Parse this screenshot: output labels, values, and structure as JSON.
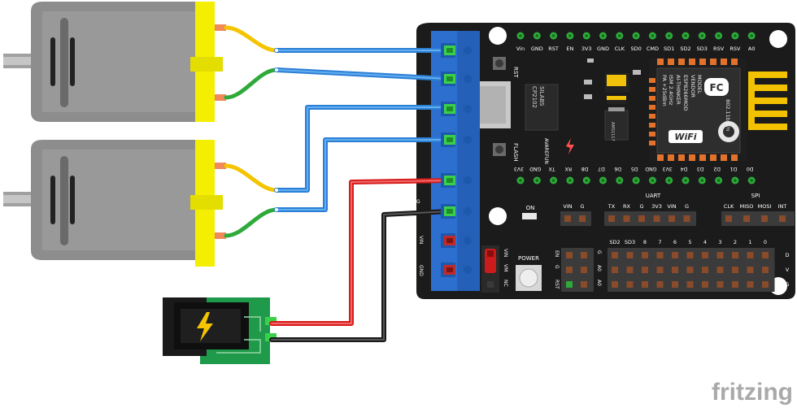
{
  "board": {
    "top_header_labels": [
      "Vin",
      "GND",
      "RST",
      "EN",
      "3V3",
      "GND",
      "CLK",
      "SD0",
      "CMD",
      "SD1",
      "SD2",
      "SD3",
      "RSV",
      "RSV",
      "A0"
    ],
    "bottom_header_labels": [
      "3V3",
      "GND",
      "TX",
      "RX",
      "D8",
      "D7",
      "D6",
      "D5",
      "GND",
      "3V3",
      "D4",
      "D3",
      "D2",
      "D1",
      "D0"
    ],
    "rst_label": "RST",
    "flash_label": "FLASH",
    "chip_label_1": "SILABS",
    "chip_label_2": "CP2102",
    "brand_label": "AVAREFUN",
    "regulator_label": "AMS1117",
    "module": {
      "line1": "MODEL",
      "line2": "VENDOR",
      "line3": "ESP8266MOD",
      "line4": "AI-THINKER",
      "line5": "ISM 2.4GHz",
      "line6": "PA +25dBm",
      "line7": "802.11b/g/n",
      "wifi": "WiFi",
      "fc": "FC"
    },
    "on_label": "ON",
    "uart_title": "UART",
    "spi_title": "SPI",
    "power_vin_labels": [
      "VIN",
      "G"
    ],
    "uart_pin_labels": [
      "TX",
      "RX",
      "G",
      "3V3",
      "VIN",
      "G"
    ],
    "spi_pin_labels": [
      "CLK",
      "MISO",
      "MOSI",
      "INT"
    ],
    "terminal_labels": [
      "VIN",
      "GND"
    ],
    "g_label": "G",
    "jumper_labels": [
      "VIN",
      "VM",
      "NC"
    ],
    "power_button_label": "POWER",
    "left_header_labels": [
      "EN",
      "G",
      "RST"
    ],
    "mid_header_labels": [
      "G",
      "A0",
      "A0"
    ],
    "gpio_column_labels": [
      "SD2",
      "SD3",
      "8",
      "7",
      "6",
      "5",
      "4",
      "3",
      "2",
      "1",
      "0"
    ],
    "row_labels": [
      "D",
      "V",
      "G"
    ]
  },
  "watermark": "fritzing",
  "colors": {
    "wire_blue": "#2c7fd6",
    "wire_blue_light": "#62aef0",
    "wire_yellow": "#f5c400",
    "wire_green": "#2eaa3a",
    "wire_red": "#d81b1b",
    "wire_black": "#1a1a1a",
    "board": "#1b1b1b",
    "terminal": "#2d6fcf",
    "motor_yellow": "#f4ee00",
    "motor_body": "#8d8d8d"
  }
}
